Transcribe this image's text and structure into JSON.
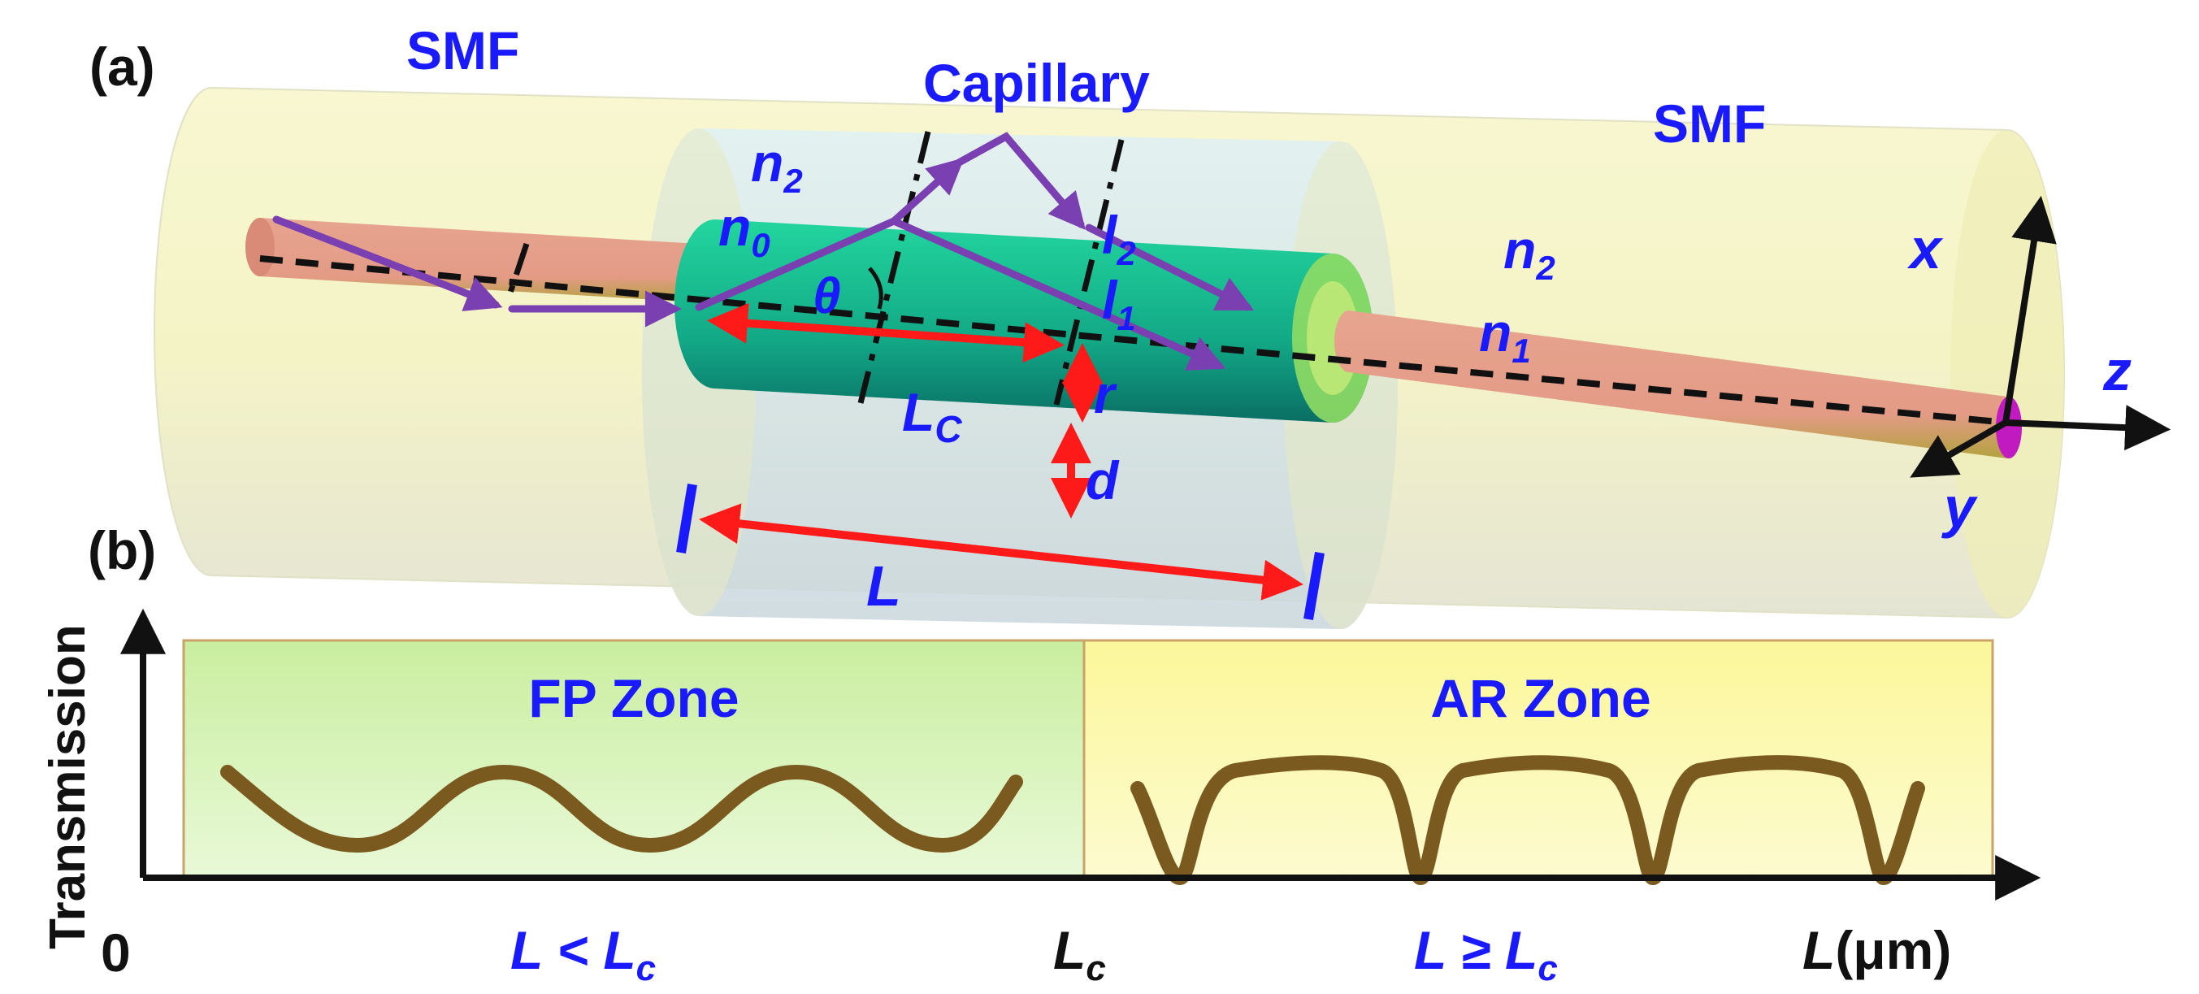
{
  "panel_a": {
    "panel_label": "(a)",
    "smf_left_label": "SMF",
    "smf_right_label": "SMF",
    "capillary_label": "Capillary",
    "n2_left": "n",
    "n2_left_sub": "2",
    "n0": "n",
    "n0_sub": "0",
    "theta": "θ",
    "l2": "l",
    "l2_sub": "2",
    "l1": "l",
    "l1_sub": "1",
    "n2_right": "n",
    "n2_right_sub": "2",
    "n1": "n",
    "n1_sub": "1",
    "lc": "L",
    "lc_sub": "C",
    "r": "r",
    "d": "d",
    "L": "L",
    "axis_x": "x",
    "axis_y": "y",
    "axis_z": "z"
  },
  "panel_b": {
    "panel_label": "(b)",
    "y_axis_label": "Transmission",
    "origin_label": "0",
    "fp_zone_label": "FP Zone",
    "ar_zone_label": "AR Zone",
    "cond_left": "L < L",
    "cond_left_sub": "c",
    "lc_tick": "L",
    "lc_tick_sub": "c",
    "cond_right": "L ≥ L",
    "cond_right_sub": "c",
    "x_axis_var": "L",
    "x_axis_unit": "(μm)"
  },
  "colors": {
    "label_blue": "#1a1aff",
    "ray_purple": "#7a3fb0",
    "arrow_red": "#ff1a1a",
    "curve_brown": "#7a5a1e",
    "fp_zone_fill": "#d6f2b3",
    "ar_zone_fill": "#fbf7a8",
    "fiber_cladding": "#f3f2b0",
    "fiber_core": "#e6a08c",
    "capillary_core": "#16b894"
  }
}
